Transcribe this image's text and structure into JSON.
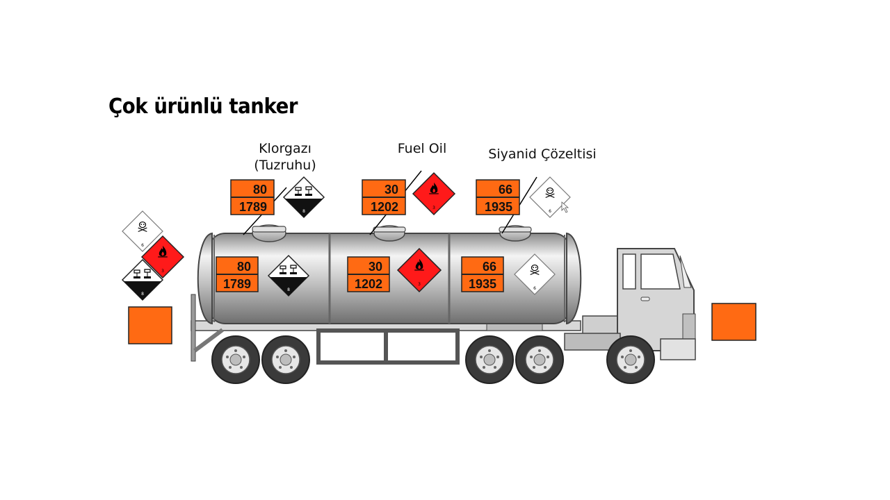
{
  "title": "Çok ürünlü tanker",
  "products": [
    {
      "name_line1": "Klorgazı",
      "name_line2": "(Tuzruhu)",
      "hazard_id": "80",
      "un_number": "1789",
      "label": "corrosive"
    },
    {
      "name_line1": "Fuel Oil",
      "name_line2": "",
      "hazard_id": "30",
      "un_number": "1202",
      "label": "flammable"
    },
    {
      "name_line1": "Siyanid Çözeltisi",
      "name_line2": "",
      "hazard_id": "66",
      "un_number": "1935",
      "label": "toxic"
    }
  ],
  "diamond_digits": {
    "toxic": "6",
    "flammable": "3",
    "corrosive": "8"
  },
  "colors": {
    "orange": "#FF6A13",
    "red": "#FF1A1A",
    "tank": "#C8C8C8",
    "tire": "#3A3A3A"
  }
}
